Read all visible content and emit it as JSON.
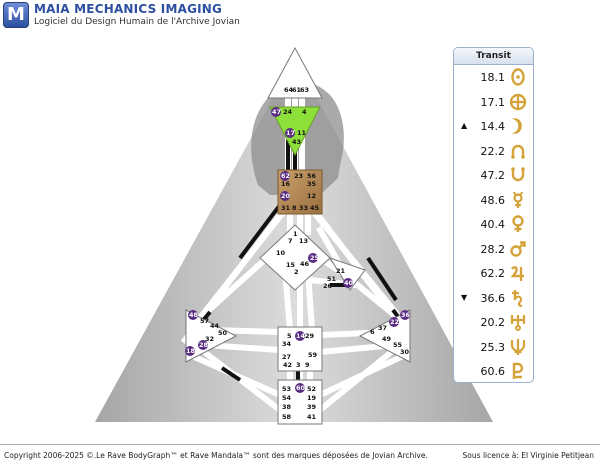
{
  "app": {
    "logo_letter": "M",
    "title": "MAIA MECHANICS IMAGING",
    "subtitle": "Logiciel du Design Humain de l'Archive Jovian"
  },
  "colors": {
    "brand": "#2d4fa0",
    "defined_channel": "#111111",
    "ajna_defined": "#8de03a",
    "g_center_defined": "#b8905a",
    "planet_glyph": "#d6a33a",
    "gate_badge": "#5a2d82"
  },
  "transit": {
    "title": "Transit",
    "rows": [
      {
        "arrow": "",
        "value": "18.1",
        "planet": "sun-icon"
      },
      {
        "arrow": "",
        "value": "17.1",
        "planet": "earth-icon"
      },
      {
        "arrow": "▲",
        "value": "14.4",
        "planet": "moon-icon"
      },
      {
        "arrow": "",
        "value": "22.2",
        "planet": "north-node-icon"
      },
      {
        "arrow": "",
        "value": "47.2",
        "planet": "south-node-icon"
      },
      {
        "arrow": "",
        "value": "48.6",
        "planet": "mercury-icon"
      },
      {
        "arrow": "",
        "value": "40.4",
        "planet": "venus-icon"
      },
      {
        "arrow": "",
        "value": "28.2",
        "planet": "mars-icon"
      },
      {
        "arrow": "",
        "value": "62.2",
        "planet": "jupiter-icon"
      },
      {
        "arrow": "▼",
        "value": "36.6",
        "planet": "saturn-icon"
      },
      {
        "arrow": "",
        "value": "20.2",
        "planet": "uranus-icon"
      },
      {
        "arrow": "",
        "value": "25.3",
        "planet": "neptune-icon"
      },
      {
        "arrow": "",
        "value": "60.6",
        "planet": "pluto-icon"
      }
    ]
  },
  "gates": {
    "head": [
      "64",
      "61",
      "63"
    ],
    "ajna": [
      "47",
      "24",
      "4",
      "17",
      "11",
      "43"
    ],
    "throat": [
      "62",
      "23",
      "56",
      "16",
      "35",
      "20",
      "12",
      "31",
      "8",
      "33",
      "45"
    ],
    "g": [
      "1",
      "7",
      "13",
      "15",
      "46",
      "2",
      "25",
      "10"
    ],
    "heart": [
      "21",
      "51",
      "26",
      "40"
    ],
    "spleen": [
      "48",
      "57",
      "44",
      "50",
      "32",
      "28",
      "18"
    ],
    "solar_plexus": [
      "36",
      "22",
      "37",
      "6",
      "49",
      "55",
      "30"
    ],
    "sacral": [
      "5",
      "14",
      "29",
      "34",
      "27",
      "59",
      "42",
      "3",
      "9"
    ],
    "root": [
      "53",
      "60",
      "52",
      "54",
      "19",
      "38",
      "39",
      "58",
      "41"
    ],
    "highlighted": [
      "47",
      "17",
      "62",
      "20",
      "25",
      "40",
      "48",
      "28",
      "18",
      "36",
      "22",
      "14",
      "60"
    ]
  },
  "footer": {
    "copyright": "Copyright 2006-2025 ©.Le Rave BodyGraph™ et Rave Mandala™ sont des marques déposées de Jovian Archive.",
    "license": "Sous licence à: El Virginie Petitjean"
  }
}
